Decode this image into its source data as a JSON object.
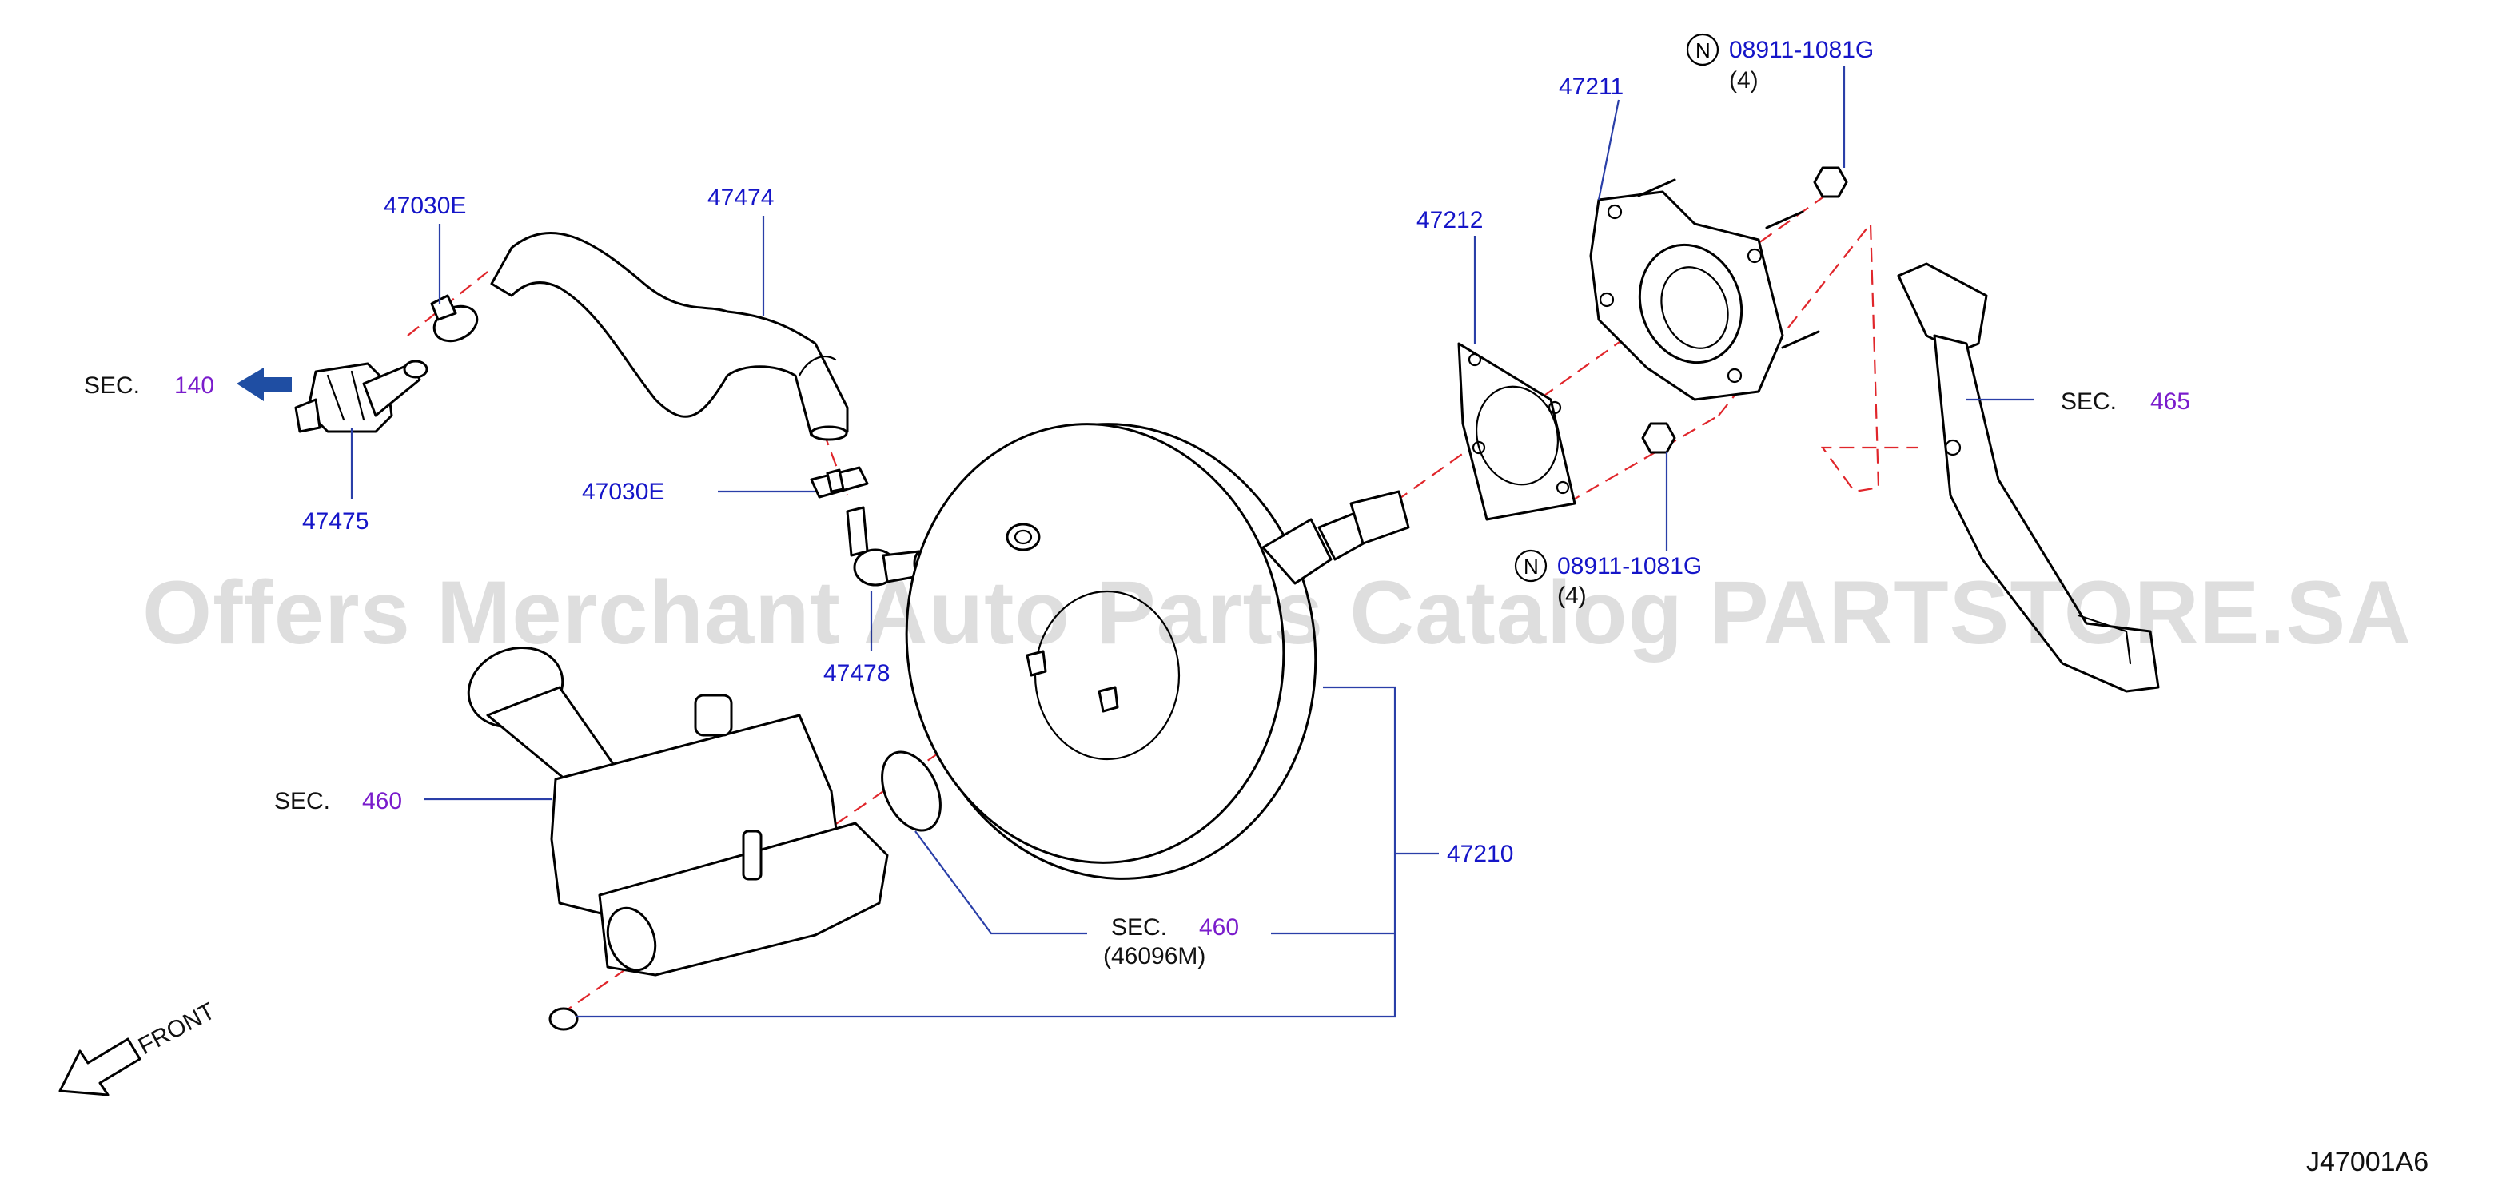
{
  "diagram": {
    "watermark": "Offers Merchant Auto Parts Catalog PARTSTORE.SA",
    "drawing_code": "J47001A6",
    "front_label": "FRONT",
    "callouts": {
      "hose_clamp_upper": "47030E",
      "vacuum_hose": "47474",
      "hose_clamp_lower": "47030E",
      "check_valve_connector": "47475",
      "check_valve": "47478",
      "gasket": "47212",
      "bracket": "47211",
      "booster_assy": "47210",
      "nut_upper": "08911-1081G",
      "nut_upper_qty": "(4)",
      "nut_lower": "08911-1081G",
      "nut_lower_qty": "(4)"
    },
    "sections": {
      "sec_prefix": "SEC.",
      "engine": "140",
      "brake_pedal": "465",
      "master_cylinder": "460",
      "oring": "460",
      "oring_part": "(46096M)"
    },
    "n_mark": "N"
  }
}
